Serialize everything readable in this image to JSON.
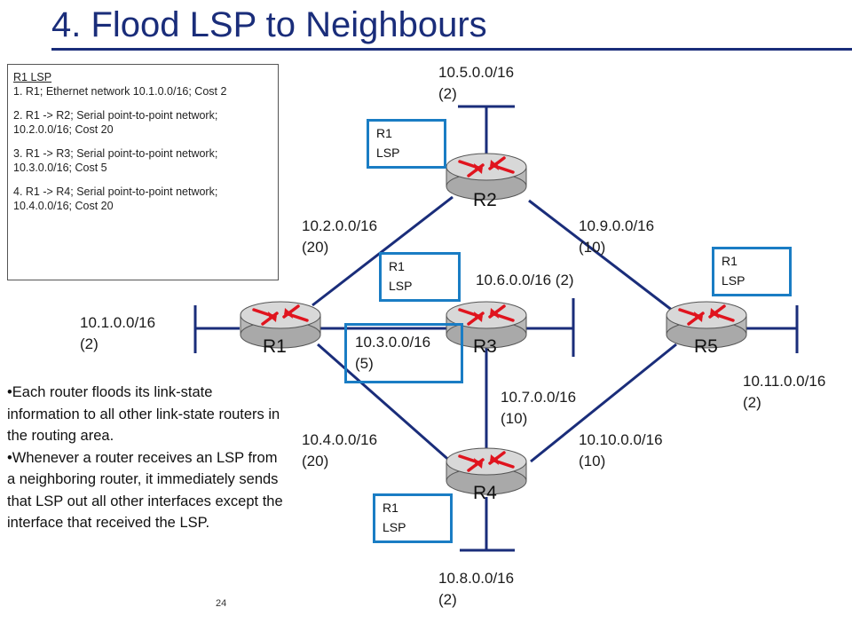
{
  "title": "4. Flood LSP to Neighbours",
  "info_box": {
    "heading": "R1 LSP",
    "entries": [
      "1. R1; Ethernet network 10.1.0.0/16; Cost 2",
      "2. R1 -> R2; Serial point-to-point network; 10.2.0.0/16; Cost 20",
      "3. R1 -> R3; Serial point-to-point network; 10.3.0.0/16; Cost 5",
      "4. R1 -> R4; Serial point-to-point network; 10.4.0.0/16; Cost 20"
    ]
  },
  "routers": {
    "r1": "R1",
    "r2": "R2",
    "r3": "R3",
    "r4": "R4",
    "r5": "R5"
  },
  "lsp_box": {
    "line1": "R1",
    "line2": "LSP"
  },
  "links": {
    "n5": {
      "net": "10.5.0.0/16",
      "cost": "(2)"
    },
    "n2": {
      "net": "10.2.0.0/16",
      "cost": "(20)"
    },
    "n9": {
      "net": "10.9.0.0/16",
      "cost": "(10)"
    },
    "n6": {
      "text": "10.6.0.0/16 (2)"
    },
    "n1": {
      "net": "10.1.0.0/16",
      "cost": "(2)"
    },
    "n3": {
      "net": "10.3.0.0/16",
      "cost": "(5)"
    },
    "n11": {
      "net": "10.11.0.0/16",
      "cost": "(2)"
    },
    "n7": {
      "net": "10.7.0.0/16",
      "cost": "(10)"
    },
    "n4": {
      "net": "10.4.0.0/16",
      "cost": "(20)"
    },
    "n10": {
      "net": "10.10.0.0/16",
      "cost": "(10)"
    },
    "n8": {
      "net": "10.8.0.0/16",
      "cost": "(2)"
    }
  },
  "bullets": [
    "•Each router floods its link-state information to all other link-state routers in the routing area.",
    "•Whenever a router receives an LSP from a neighboring router, it immediately sends that LSP out all other interfaces except the interface that received the LSP."
  ],
  "page_number": "24",
  "colors": {
    "title": "#1a2d7a",
    "link": "#1a2d7a",
    "lsp_border": "#1a7dc4",
    "router_body": "#c9c9c9",
    "router_arrows": "#e0141e"
  }
}
